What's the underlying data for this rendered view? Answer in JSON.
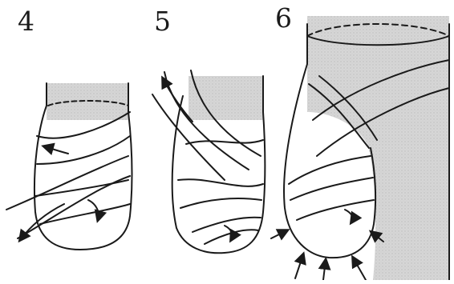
{
  "steps": [
    {
      "number": "4"
    },
    {
      "number": "5"
    },
    {
      "number": "6"
    }
  ],
  "colors": {
    "ink": "#1a1a1a",
    "shade": "#cfcfcf",
    "background": "#ffffff"
  }
}
